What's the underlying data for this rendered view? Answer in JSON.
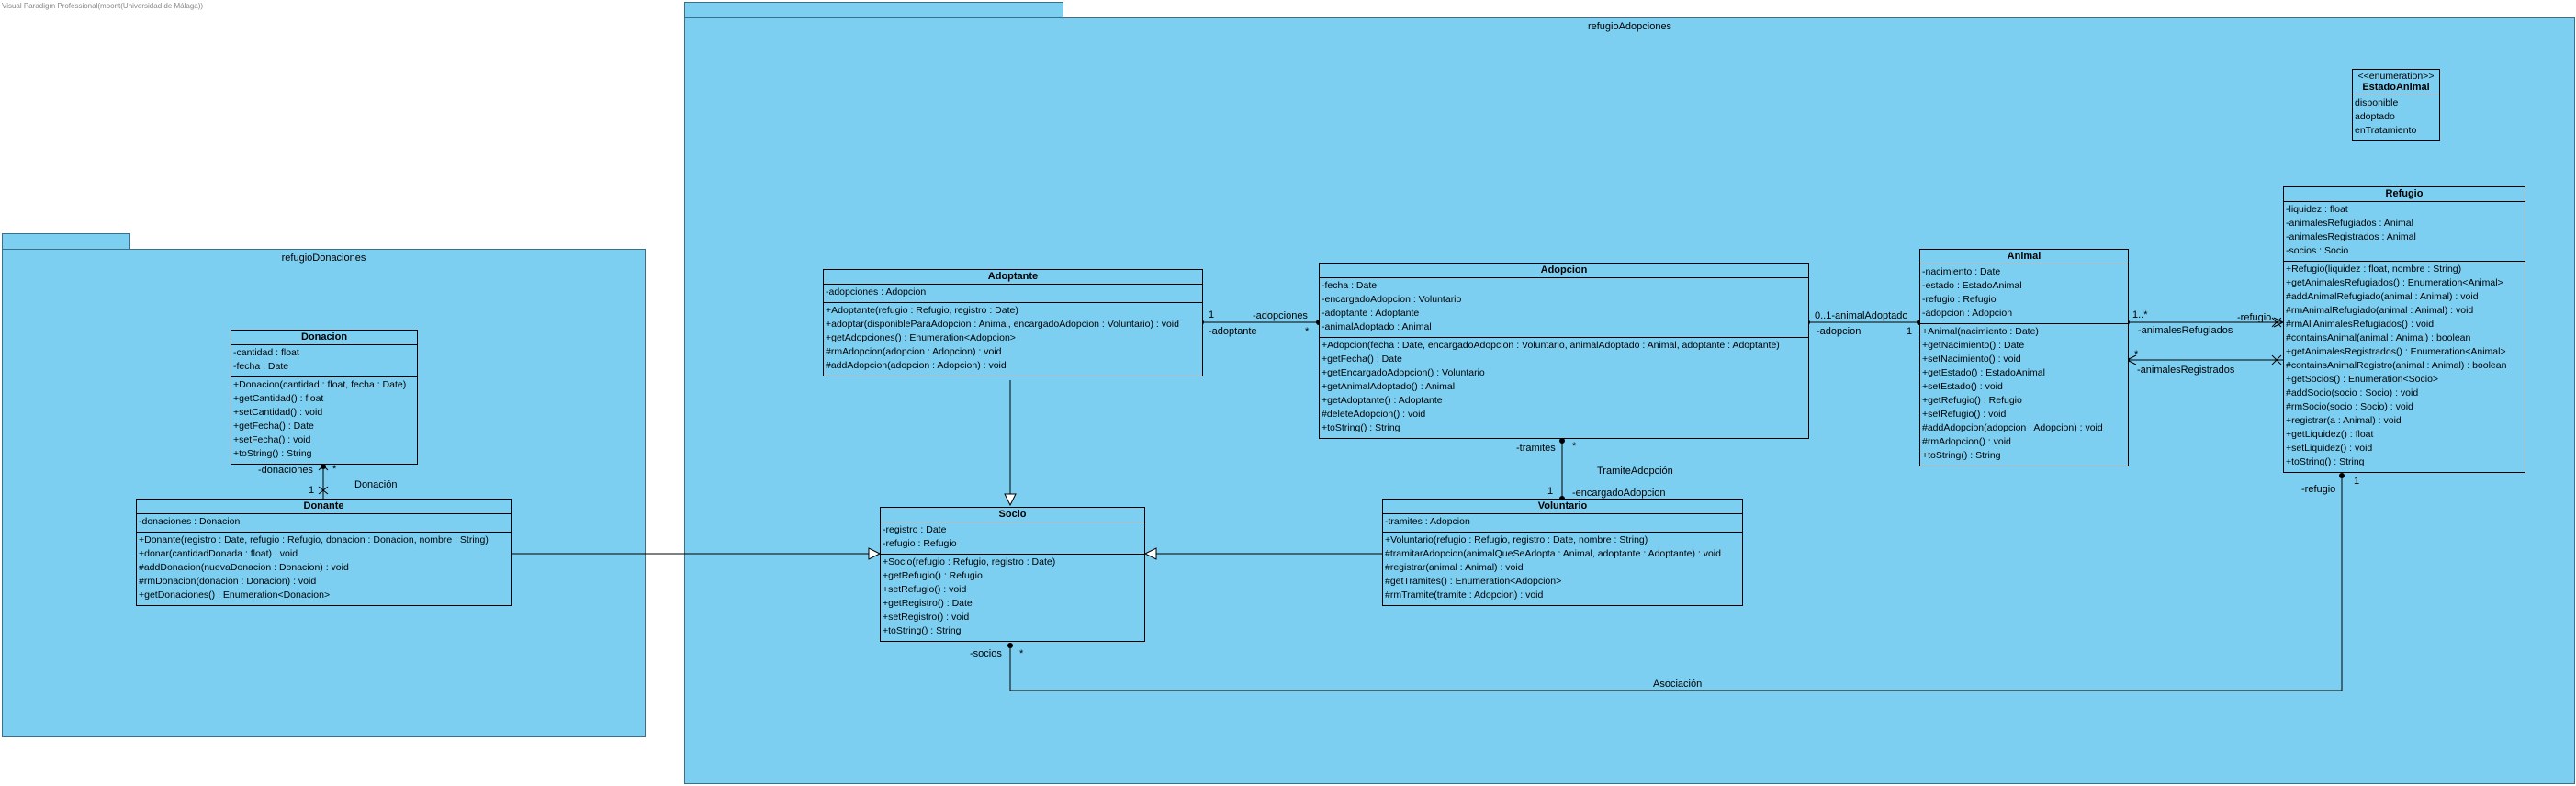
{
  "watermark": "Visual Paradigm Professional(mpont(Universidad de Málaga))",
  "packages": {
    "donaciones": {
      "name": "refugioDonaciones"
    },
    "adopciones": {
      "name": "refugioAdopciones"
    }
  },
  "classes": {
    "donacion": {
      "name": "Donacion",
      "attributes": [
        "-cantidad : float",
        "-fecha : Date"
      ],
      "operations": [
        "+Donacion(cantidad : float, fecha : Date)",
        "+getCantidad() : float",
        "+setCantidad() : void",
        "+getFecha() : Date",
        "+setFecha() : void",
        "+toString() : String"
      ]
    },
    "donante": {
      "name": "Donante",
      "attributes": [
        "-donaciones : Donacion"
      ],
      "operations": [
        "+Donante(registro : Date, refugio : Refugio, donacion : Donacion, nombre : String)",
        "+donar(cantidadDonada : float) : void",
        "#addDonacion(nuevaDonacion : Donacion) : void",
        "#rmDonacion(donacion : Donacion) : void",
        "+getDonaciones() : Enumeration<Donacion>"
      ]
    },
    "adoptante": {
      "name": "Adoptante",
      "attributes": [
        "-adopciones : Adopcion"
      ],
      "operations": [
        "+Adoptante(refugio : Refugio, registro : Date)",
        "+adoptar(disponibleParaAdopcion : Animal, encargadoAdopcion : Voluntario) : void",
        "+getAdopciones() : Enumeration<Adopcion>",
        "#rmAdopcion(adopcion : Adopcion) : void",
        "#addAdopcion(adopcion : Adopcion) : void"
      ]
    },
    "adopcion": {
      "name": "Adopcion",
      "attributes": [
        "-fecha : Date",
        "-encargadoAdopcion : Voluntario",
        "-adoptante : Adoptante",
        "-animalAdoptado : Animal"
      ],
      "operations": [
        "+Adopcion(fecha : Date, encargadoAdopcion : Voluntario, animalAdoptado : Animal, adoptante : Adoptante)",
        "+getFecha() : Date",
        "+getEncargadoAdopcion() : Voluntario",
        "+getAnimalAdoptado() : Animal",
        "+getAdoptante() : Adoptante",
        "#deleteAdopcion() : void",
        "+toString() : String"
      ]
    },
    "animal": {
      "name": "Animal",
      "attributes": [
        "-nacimiento : Date",
        "-estado : EstadoAnimal",
        "-refugio : Refugio",
        "-adopcion : Adopcion"
      ],
      "operations": [
        "+Animal(nacimiento : Date)",
        "+getNacimiento() : Date",
        "+setNacimiento() : void",
        "+getEstado() : EstadoAnimal",
        "+setEstado() : void",
        "+getRefugio() : Refugio",
        "+setRefugio() : void",
        "#addAdopcion(adopcion : Adopcion) : void",
        "#rmAdopcion() : void",
        "+toString() : String"
      ]
    },
    "refugio": {
      "name": "Refugio",
      "attributes": [
        "-liquidez : float",
        "-animalesRefugiados : Animal",
        "-animalesRegistrados : Animal",
        "-socios : Socio"
      ],
      "operations": [
        "+Refugio(liquidez : float, nombre : String)",
        "+getAnimalesRefugiados() : Enumeration<Animal>",
        "#addAnimalRefugiado(animal : Animal) : void",
        "#rmAnimalRefugiado(animal : Animal) : void",
        "#rmAllAnimalesRefugiados() : void",
        "#containsAnimal(animal : Animal) : boolean",
        "+getAnimalesRegistrados() : Enumeration<Animal>",
        "#containsAnimalRegistro(animal : Animal) : boolean",
        "+getSocios() : Enumeration<Socio>",
        "#addSocio(socio : Socio) : void",
        "#rmSocio(socio : Socio) : void",
        "+registrar(a : Animal) : void",
        "+getLiquidez() : float",
        "+setLiquidez() : void",
        "+toString() : String"
      ]
    },
    "socio": {
      "name": "Socio",
      "attributes": [
        "-registro : Date",
        "-refugio : Refugio"
      ],
      "operations": [
        "+Socio(refugio : Refugio, registro : Date)",
        "+getRefugio() : Refugio",
        "+setRefugio() : void",
        "+getRegistro() : Date",
        "+setRegistro() : void",
        "+toString() : String"
      ]
    },
    "voluntario": {
      "name": "Voluntario",
      "attributes": [
        "-tramites : Adopcion"
      ],
      "operations": [
        "+Voluntario(refugio : Refugio, registro : Date, nombre : String)",
        "#tramitarAdopcion(animalQueSeAdopta : Animal, adoptante : Adoptante) : void",
        "#registrar(animal : Animal) : void",
        "#getTramites() : Enumeration<Adopcion>",
        "#rmTramite(tramite : Adopcion) : void"
      ]
    }
  },
  "enumeration": {
    "stereotype": "<<enumeration>>",
    "name": "EstadoAnimal",
    "literals": [
      "disponible",
      "adoptado",
      "enTratamiento"
    ]
  },
  "labels": {
    "donaciones_role": "-donaciones",
    "donaciones_mult": "*",
    "donante_mult": "1",
    "donacion_assoc": "Donación",
    "adoptante_mult": "1",
    "adopciones_role": "-adopciones",
    "adoptante_role": "-adoptante",
    "adopciones_mult": "*",
    "animalAdoptado_role": "0..1-animalAdoptado",
    "adopcion_role": "-adopcion",
    "adopcion_mult": "1",
    "refugiados_mult": "1..*",
    "refugio_role_top": "-refugio",
    "animalesRefugiados_role": "-animalesRefugiados",
    "registrados_mult": "*",
    "animalesRegistrados_role": "-animalesRegistrados",
    "tramites_role": "-tramites",
    "tramites_mult": "*",
    "tramite_assoc": "TramiteAdopción",
    "voluntario_mult": "1",
    "encargado_role": "-encargadoAdopcion",
    "socios_role": "-socios",
    "socios_mult": "*",
    "asociacion": "Asociación",
    "refugio_role_bottom": "-refugio",
    "refugio_mult": "1"
  }
}
